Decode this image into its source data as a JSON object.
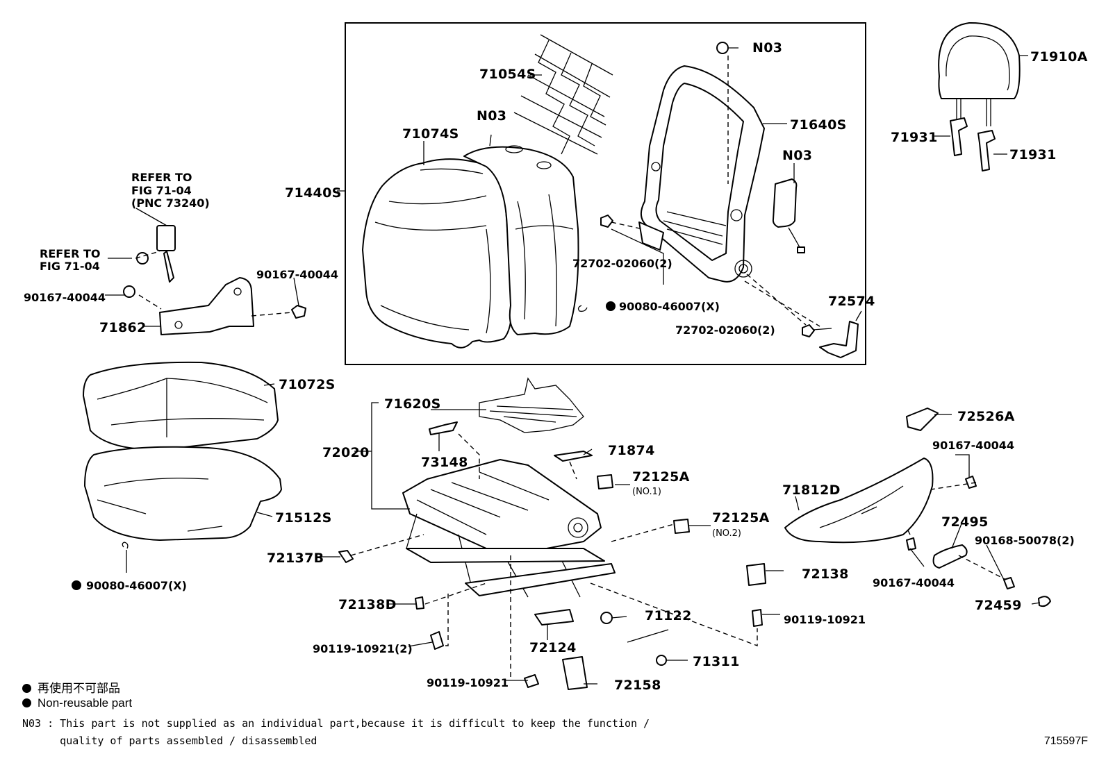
{
  "labels": {
    "p71054S": "71054S",
    "p71074S": "71074S",
    "n03_cover": "N03",
    "n03_top": "N03",
    "n03_side": "N03",
    "p71440S": "71440S",
    "p71640S": "71640S",
    "p72702_a": "72702-02060(2)",
    "p72702_b": "72702-02060(2)",
    "p90080_top": "90080-46007(X)",
    "p72574": "72574",
    "p71910A": "71910A",
    "p71931_a": "71931",
    "p71931_b": "71931",
    "ref1_l1": "REFER TO",
    "ref1_l2": "FIG 71-04",
    "ref1_l3": "(PNC 73240)",
    "ref2_l1": "REFER TO",
    "ref2_l2": "FIG 71-04",
    "p90167_a": "90167-40044",
    "p90167_b": "90167-40044",
    "p71862": "71862",
    "p71072S": "71072S",
    "p71512S": "71512S",
    "p90080_bot": "90080-46007(X)",
    "p71620S": "71620S",
    "p72020": "72020",
    "p73148": "73148",
    "p71874": "71874",
    "p72125A_1": "72125A",
    "no1": "(NO.1)",
    "p72125A_2": "72125A",
    "no2": "(NO.2)",
    "p72137B": "72137B",
    "p72138D": "72138D",
    "p72138": "72138",
    "p90119_a": "90119-10921",
    "p90119_b": "90119-10921(2)",
    "p90119_c": "90119-10921",
    "p72124": "72124",
    "p71122": "71122",
    "p71311": "71311",
    "p72158": "72158",
    "p72526A": "72526A",
    "p90167_c": "90167-40044",
    "p71812D": "71812D",
    "p72495": "72495",
    "p90168": "90168-50078(2)",
    "p90167_d": "90167-40044",
    "p72459": "72459"
  },
  "legend": {
    "jp": "再使用不可部品",
    "en": "Non-reusable part"
  },
  "note": {
    "line1": "N03 : This part is not supplied as an individual part,because it is difficult to keep the function /",
    "line2": "      quality of parts assembled / disassembled"
  },
  "figure_id": "715597F"
}
